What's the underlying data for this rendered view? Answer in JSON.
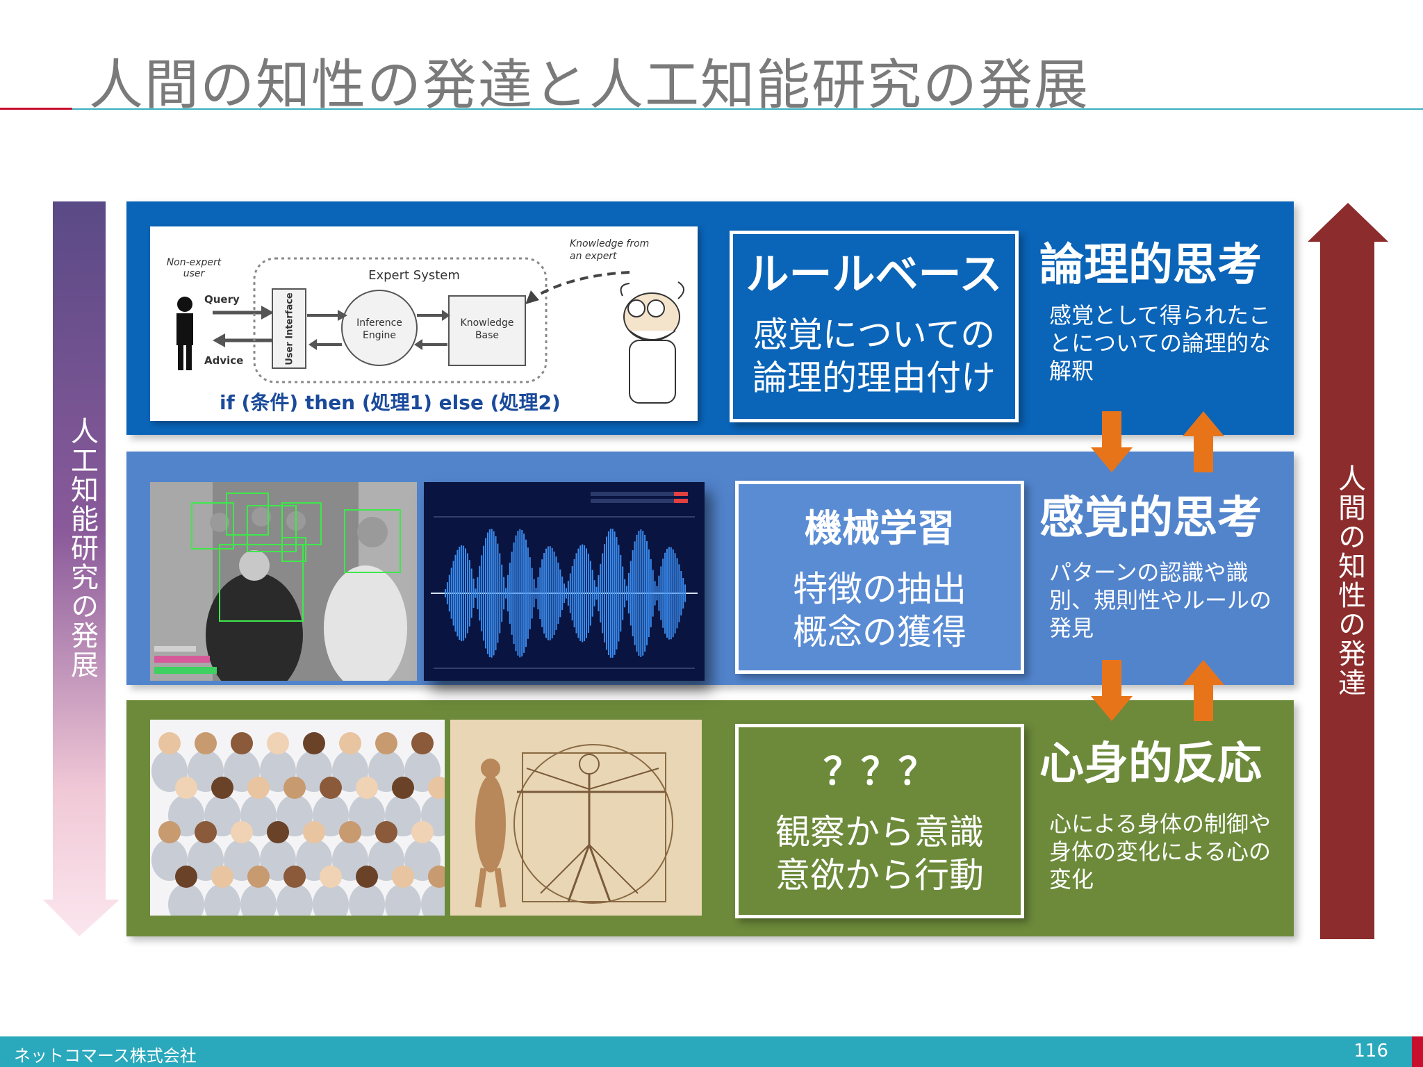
{
  "title": "人間の知性の発達と人工知能研究の発展",
  "left_arrow": {
    "label": "人工知能研究の発展"
  },
  "right_arrow": {
    "label": "人間の知性の発達"
  },
  "rows": [
    {
      "box_title": "ルールベース",
      "box_lines": [
        "感覚についての",
        "論理的理由付け"
      ],
      "level_title": "論理的思考",
      "level_desc": "感覚として得られたことについての論理的な解釈"
    },
    {
      "box_title": "機械学習",
      "box_lines": [
        "特徴の抽出",
        "概念の獲得"
      ],
      "level_title": "感覚的思考",
      "level_desc": "パターンの認識や識別、規則性やルールの発見"
    },
    {
      "box_title": "？？？",
      "box_lines": [
        "観察から意識",
        "意欲から行動"
      ],
      "level_title": "心身的反応",
      "level_desc": "心による身体の制御や身体の変化による心の変化"
    }
  ],
  "expert_diagram": {
    "non_expert": "Non-expert user",
    "query": "Query",
    "advice": "Advice",
    "user_interface": "User Interface",
    "expert_system": "Expert System",
    "inference": "Inference Engine",
    "knowledge_base": "Knowledge Base",
    "knowledge_from": "Knowledge from an expert",
    "code": "if (条件) then (処理1) else (処理2)"
  },
  "colors": {
    "band_logic": "#0a64b8",
    "band_sense": "#5284cc",
    "band_body": "#6c8a3a",
    "arrow_ai": "#5a4a86",
    "arrow_human": "#8c2c2c",
    "updown_arrows": "#e8741a",
    "footer": "#2aa8bc"
  },
  "footer": {
    "company": "ネットコマース株式会社",
    "page": "116"
  }
}
